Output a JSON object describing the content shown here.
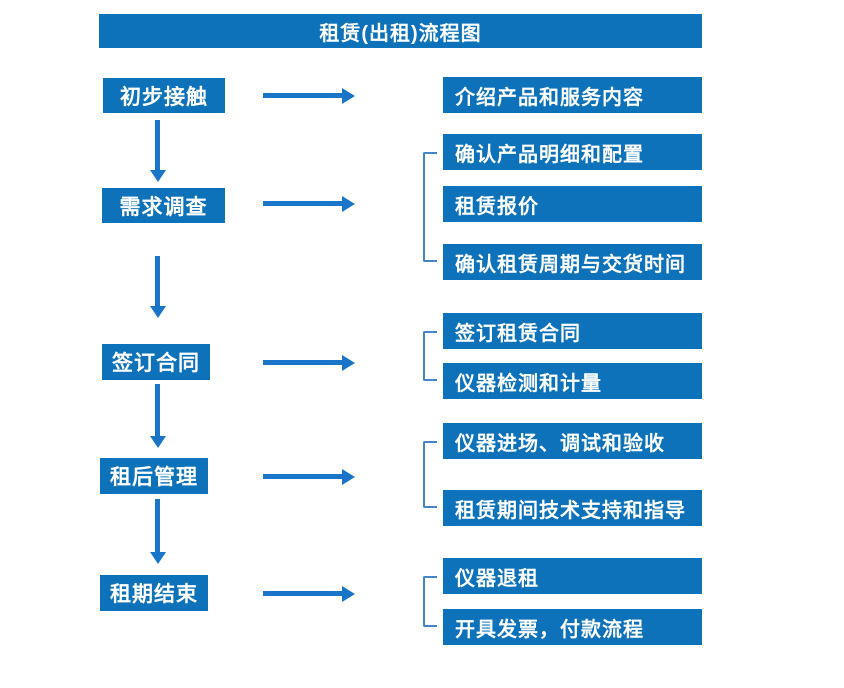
{
  "title": "租赁(出租)流程图",
  "colors": {
    "box_blue": "#0e72ba",
    "arrow_blue": "#1a74c8",
    "bracket_blue": "#4584c6",
    "text_white": "#ffffff",
    "background": "#ffffff"
  },
  "steps": [
    {
      "label": "初步接触",
      "outputs": [
        "介绍产品和服务内容"
      ]
    },
    {
      "label": "需求调查",
      "outputs": [
        "确认产品明细和配置",
        "租赁报价",
        "确认租赁周期与交货时间"
      ]
    },
    {
      "label": "签订合同",
      "outputs": [
        "签订租赁合同",
        "仪器检测和计量"
      ]
    },
    {
      "label": "租后管理",
      "outputs": [
        "仪器进场、调试和验收",
        "租赁期间技术支持和指导"
      ]
    },
    {
      "label": "租期结束",
      "outputs": [
        "仪器退租",
        "开具发票，付款流程"
      ]
    }
  ]
}
